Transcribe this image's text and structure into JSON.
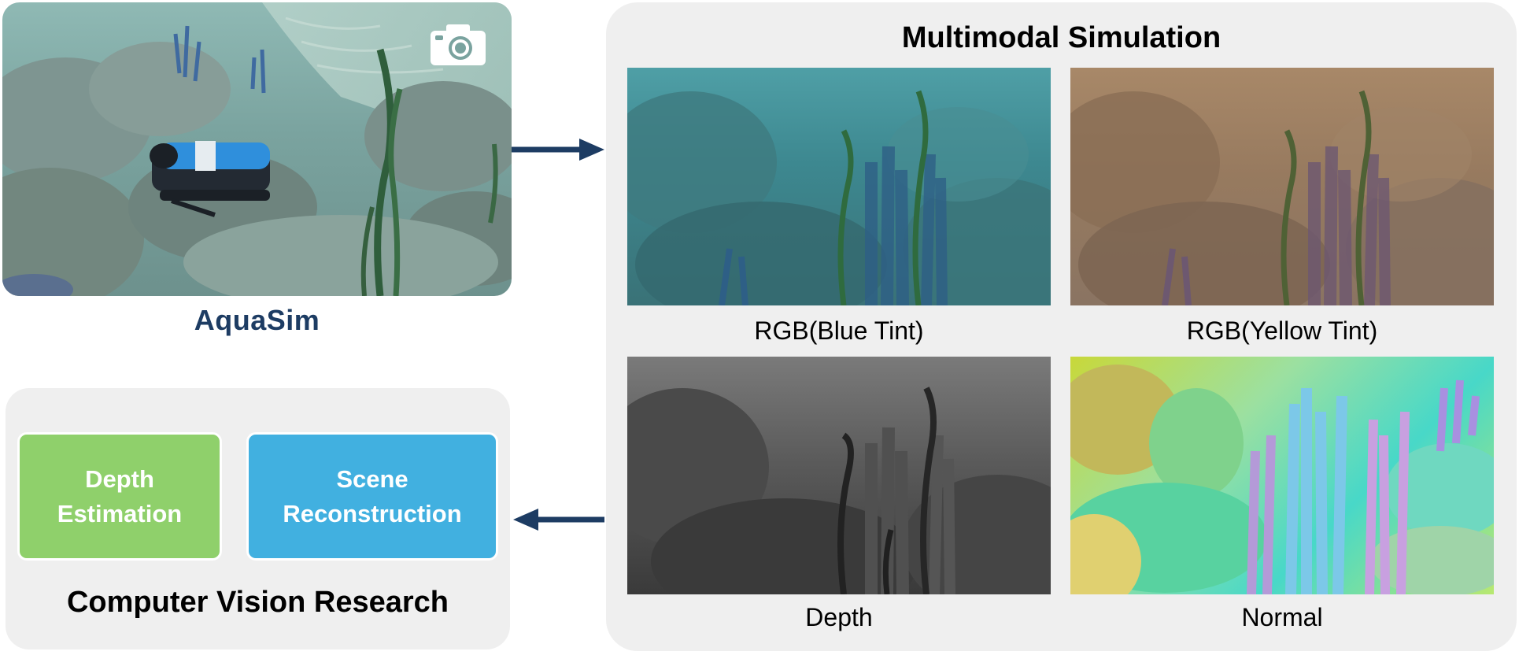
{
  "aquasim": {
    "title": "AquaSim",
    "scene_icon": "camera-icon"
  },
  "multimodal": {
    "title": "Multimodal Simulation",
    "modalities": [
      {
        "label": "RGB(Blue Tint)"
      },
      {
        "label": "RGB(Yellow Tint)"
      },
      {
        "label": "Depth"
      },
      {
        "label": "Normal"
      }
    ]
  },
  "research": {
    "title": "Computer Vision Research",
    "tasks": [
      {
        "label": "Depth\nEstimation",
        "color": "#8fd06b"
      },
      {
        "label": "Scene\nReconstruction",
        "color": "#41b0e0"
      }
    ]
  },
  "colors": {
    "arrow": "#1d3c63",
    "title": "#1d3c63",
    "panel": "#efefef"
  }
}
